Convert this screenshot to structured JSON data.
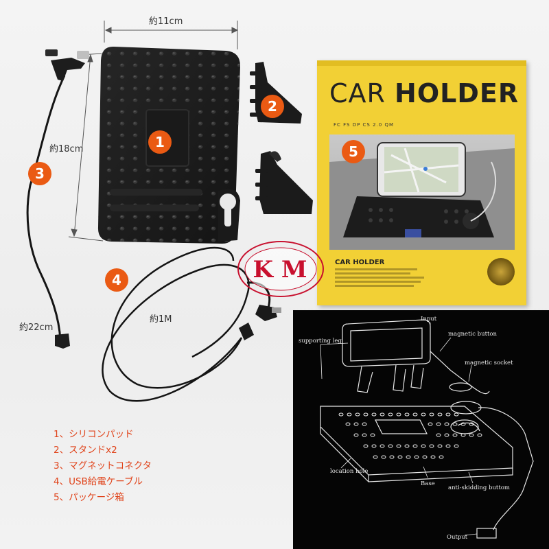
{
  "dimensions": {
    "width": "約11cm",
    "height": "約18cm",
    "cable3_length": "約22cm",
    "cable4_length": "約1M"
  },
  "badges": [
    "1",
    "2",
    "3",
    "4",
    "5"
  ],
  "legend": [
    "1、シリコンパッド",
    "2、スタンドx2",
    "3、マグネットコネクタ",
    "4、USB給電ケーブル",
    "5、パッケージ箱"
  ],
  "box": {
    "title_part1": "CAR ",
    "title_part2": "HOLDER",
    "spec_line": "FC  FS  DP  CS  2.0  QM",
    "bottom_heading": "CAR HOLDER"
  },
  "stamp": {
    "brand": "K M"
  },
  "diagram": {
    "labels": {
      "input": "Input",
      "supporting_leg": "supporting leg",
      "magnetic_button": "magnetic button",
      "magnetic_socket": "magnetic socket",
      "location_hole": "location hole",
      "base": "Base",
      "anti_skidding": "anti-skidding buttom",
      "output": "Output"
    }
  },
  "colors": {
    "accent_orange": "#ea5a13",
    "legend_red": "#e0431a",
    "box_yellow": "#f2d035",
    "product_black": "#1c1c1c",
    "diagram_bg": "#050505"
  }
}
